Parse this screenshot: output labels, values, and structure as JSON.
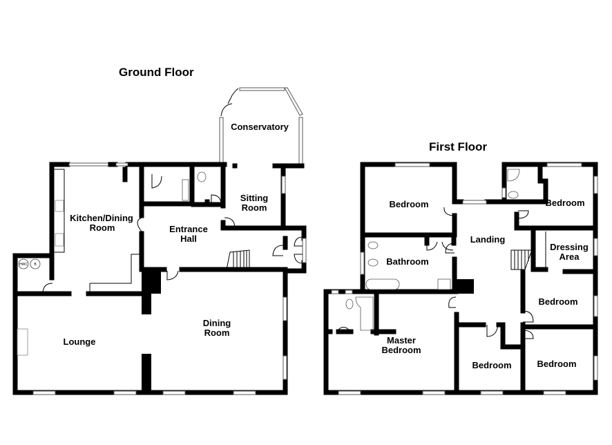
{
  "ground_floor": {
    "title": "Ground Floor",
    "rooms": {
      "conservatory": "Conservatory",
      "kitchen_1": "Kitchen/Dining",
      "kitchen_2": "Room",
      "sitting_1": "Sitting",
      "sitting_2": "Room",
      "hall_1": "Entrance",
      "hall_2": "Hall",
      "dining_1": "Dining",
      "dining_2": "Room",
      "lounge": "Lounge"
    },
    "fixtures": {
      "hot_water_cylinder": "HWC",
      "boiler": "B"
    }
  },
  "first_floor": {
    "title": "First Floor",
    "rooms": {
      "bedroom_nw": "Bedroom",
      "bedroom_ne": "Bedroom",
      "landing": "Landing",
      "dressing_1": "Dressing",
      "dressing_2": "Area",
      "bathroom": "Bathroom",
      "bedroom_e": "Bedroom",
      "master_1": "Master",
      "master_2": "Bedroom",
      "bedroom_s": "Bedroom",
      "bedroom_se": "Bedroom"
    }
  }
}
